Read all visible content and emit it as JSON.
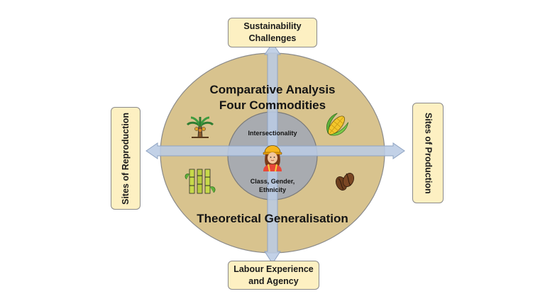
{
  "colors": {
    "outer_circle": "#d8c38e",
    "inner_circle": "#a8abb0",
    "arrow_fill": "#b9cbe4",
    "arrow_stroke": "#8ea3c2",
    "box_fill": "#fdf0c2"
  },
  "boxes": {
    "top": "Sustainability\nChallenges",
    "bottom": "Labour Experience\nand Agency",
    "left": "Sites of Reproduction",
    "right": "Sites of Production"
  },
  "outer": {
    "title": "Comparative Analysis\nFour Commodities",
    "footer": "Theoretical Generalisation"
  },
  "inner": {
    "top": "Intersectionality",
    "bottom": "Class, Gender,\nEthnicity"
  },
  "icons": {
    "top_left": "palm-oil-tree-icon",
    "top_right": "corn-icon",
    "bottom_left": "sugarcane-icon",
    "bottom_right": "coffee-beans-icon",
    "center": "female-worker-hardhat-icon"
  }
}
